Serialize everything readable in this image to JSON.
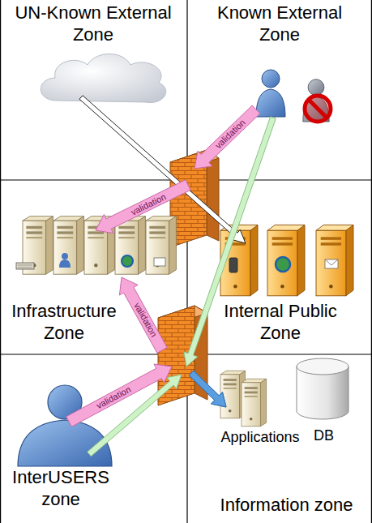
{
  "diagram": {
    "nodes": [
      {
        "text": [
          "UN-Known External Zone"
        ]
      },
      {
        "text": [
          "Known External Zone"
        ]
      },
      {
        "text": [
          "Infrastructure Zone"
        ]
      },
      {
        "text": [
          "Internal Public Zone"
        ]
      },
      {
        "text": [
          "InterUSERS zone"
        ]
      },
      {
        "text": [
          "Information zone"
        ]
      },
      {
        "text": [
          "Applications"
        ],
        "in": 5
      },
      {
        "text": [
          "DB"
        ],
        "in": 5
      }
    ],
    "edges": [
      {
        "from": 0,
        "to": 3,
        "arrow": "to"
      },
      {
        "from": 1,
        "to": 2,
        "label": "validation",
        "arrow": "to"
      },
      {
        "from": 4,
        "to": 2,
        "label": "validation",
        "arrow": "to"
      },
      {
        "from": 1,
        "to": 6,
        "arrow": "to"
      },
      {
        "from": 4,
        "to": 6,
        "arrow": "to"
      }
    ],
    "labels": [
      "validation",
      "validation"
    ]
  }
}
